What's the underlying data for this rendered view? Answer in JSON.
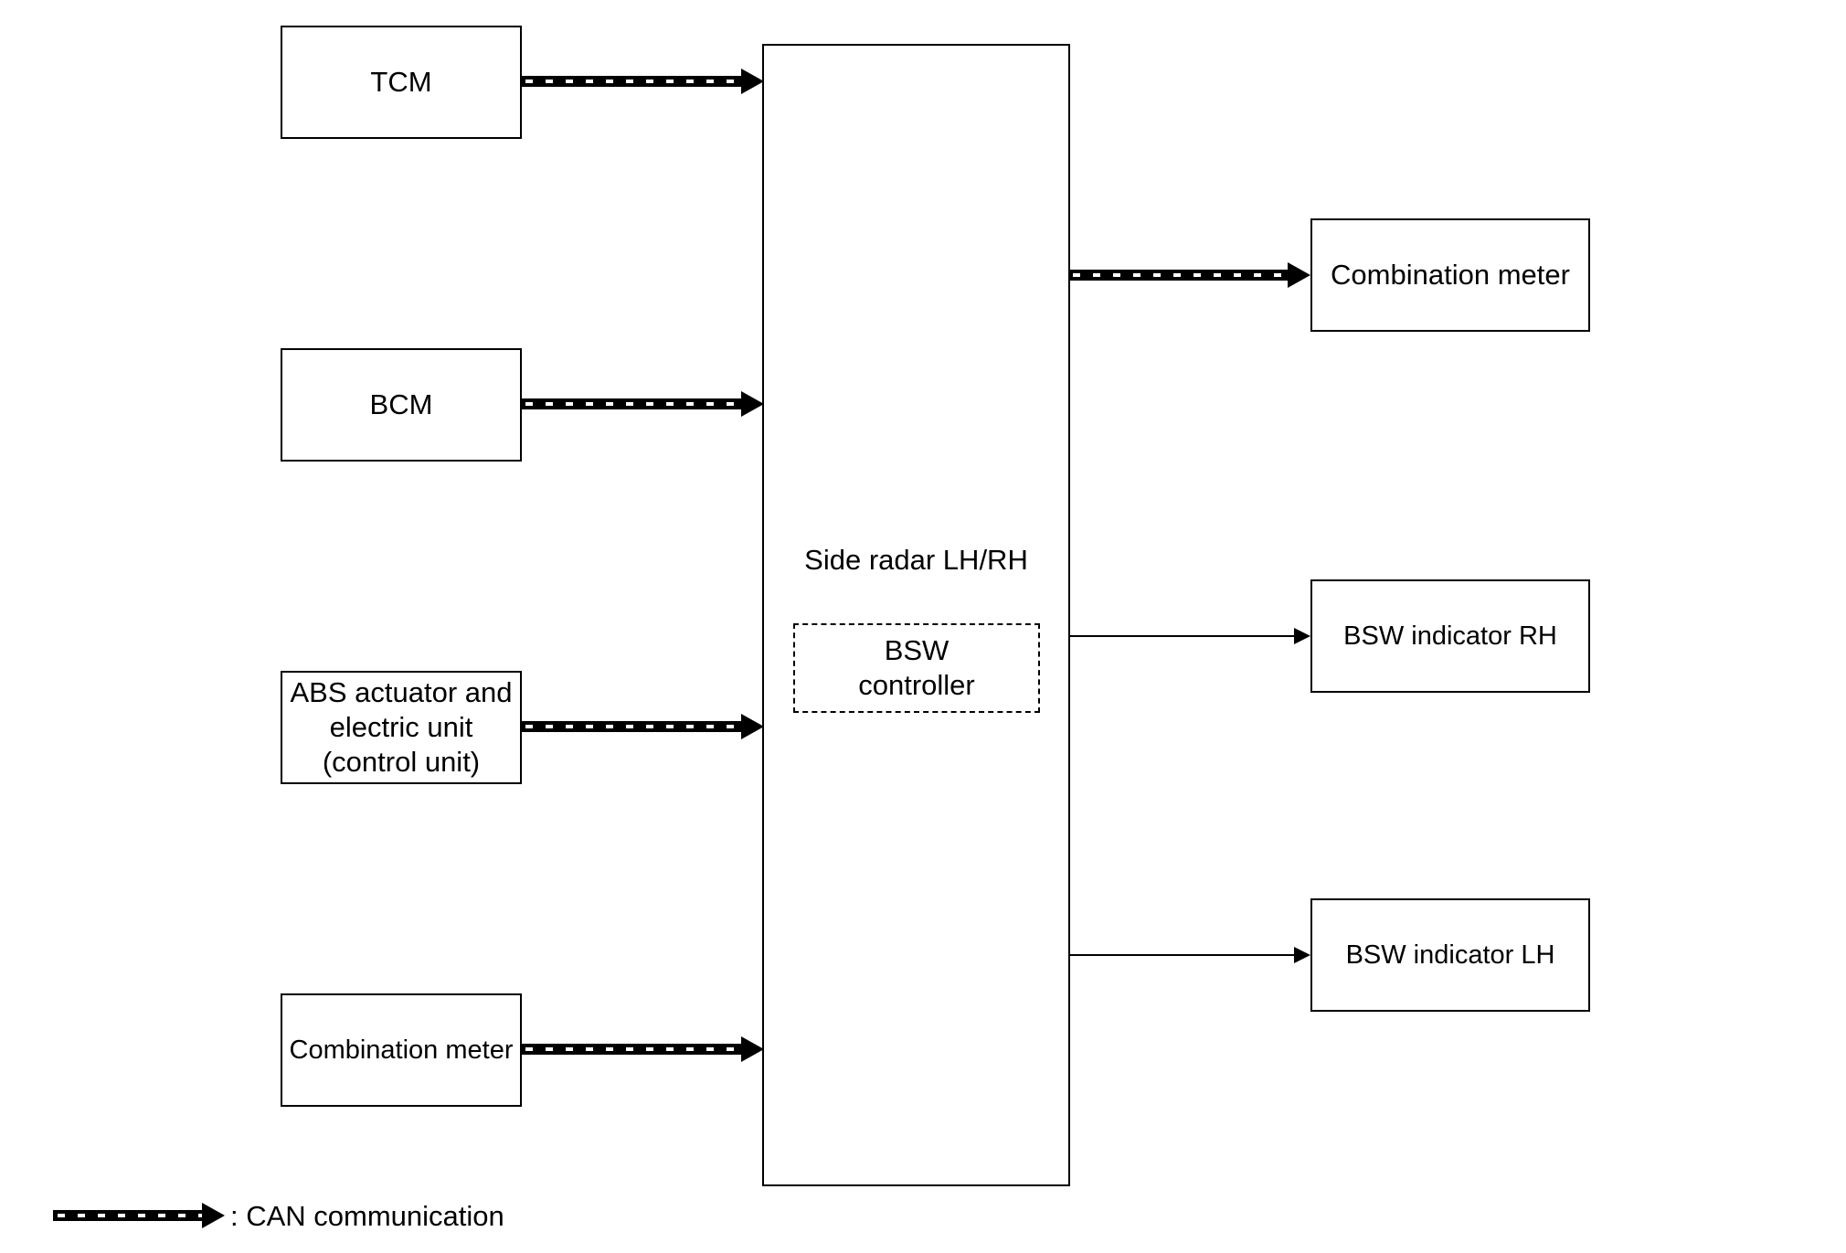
{
  "inputs": {
    "tcm": "TCM",
    "bcm": "BCM",
    "abs": [
      "ABS actuator and",
      "electric unit",
      "(control unit)"
    ],
    "combo_meter": "Combination meter"
  },
  "center": {
    "title": "Side radar LH/RH",
    "controller": [
      "BSW",
      "controller"
    ]
  },
  "outputs": {
    "combo_meter": "Combination meter",
    "bsw_rh": "BSW indicator RH",
    "bsw_lh": "BSW indicator LH"
  },
  "legend": {
    "can_label": ": CAN communication"
  },
  "colors": {
    "line": "#000000",
    "background": "#ffffff"
  }
}
